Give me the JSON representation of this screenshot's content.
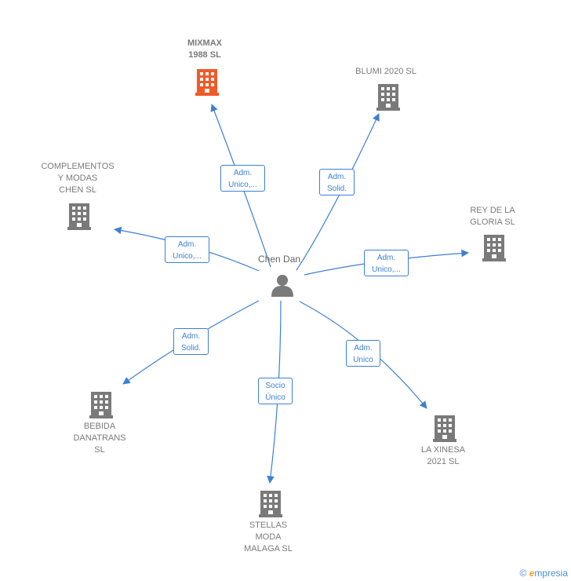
{
  "person": {
    "name": "Chen Dan",
    "icon": "person-icon"
  },
  "colors": {
    "edge": "#3d7fd4",
    "building": "#7a7a7a",
    "main_building": "#f05a28"
  },
  "companies": [
    {
      "id": "mixmax",
      "label": "MIXMAX\n1988  SL",
      "main": true,
      "role": "Adm.\nUnico,..."
    },
    {
      "id": "blumi",
      "label": "BLUMI 2020  SL",
      "main": false,
      "role": "Adm.\nSolid."
    },
    {
      "id": "complementos",
      "label": "COMPLEMENTOS\nY MODAS\nCHEN  SL",
      "main": false,
      "role": "Adm.\nUnico,..."
    },
    {
      "id": "reydelagloria",
      "label": "REY DE LA\nGLORIA  SL",
      "main": false,
      "role": "Adm.\nUnico,..."
    },
    {
      "id": "bebida",
      "label": "BEBIDA\nDANATRANS\nSL",
      "main": false,
      "role": "Adm.\nSolid."
    },
    {
      "id": "stellas",
      "label": "STELLAS\nMODA\nMALAGA SL",
      "main": false,
      "role": "Socio\nÚnico"
    },
    {
      "id": "laxinesa",
      "label": "LA XINESA\n2021  SL",
      "main": false,
      "role": "Adm.\nUnico"
    }
  ],
  "footer": {
    "copyright_symbol": "©",
    "brand_initial": "e",
    "brand_rest": "mpresia"
  }
}
